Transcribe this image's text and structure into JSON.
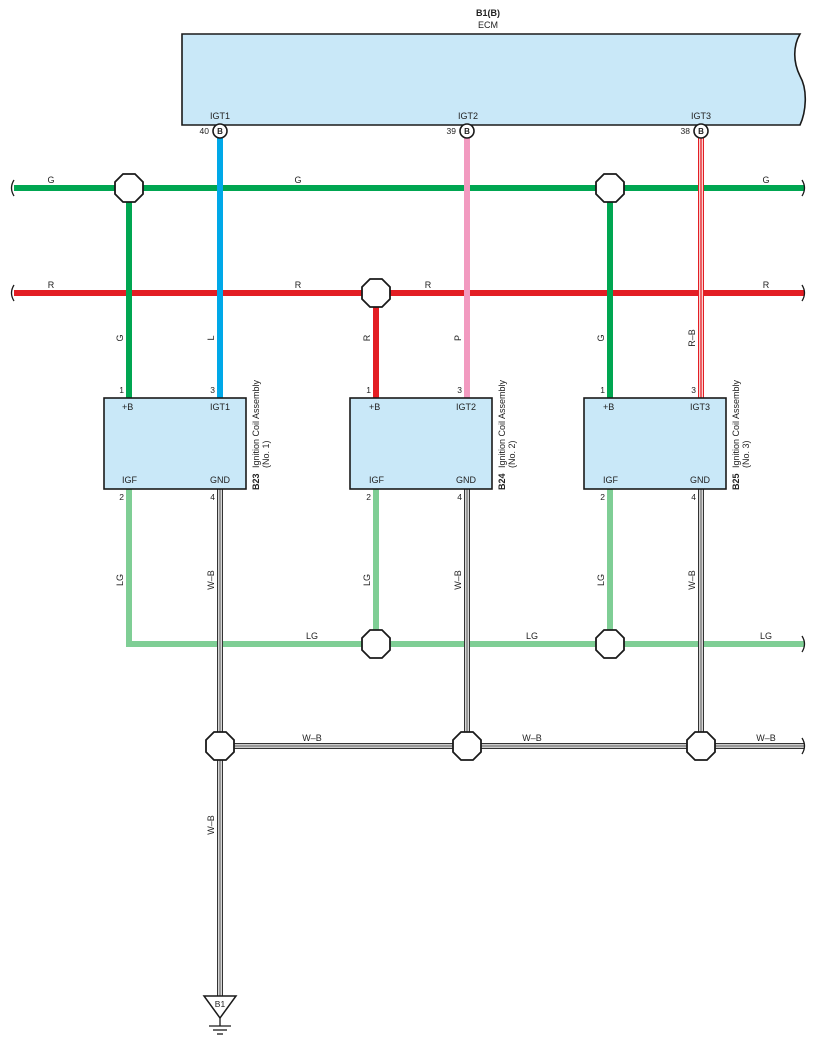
{
  "colors": {
    "G": "#00a651",
    "R": "#e31e24",
    "L": "#00a8e8",
    "P": "#f29ac0",
    "LG": "#7fce95",
    "RB_red": "#e31e24",
    "WB_black": "#333333",
    "component_fill": "#c9e8f8",
    "outline": "#1a1a1a"
  },
  "ecm": {
    "code": "B1(B)",
    "name": "ECM",
    "connector_badge": "B",
    "pins": [
      {
        "name": "IGT1",
        "number": "40"
      },
      {
        "name": "IGT2",
        "number": "39"
      },
      {
        "name": "IGT3",
        "number": "38"
      }
    ]
  },
  "coils": [
    {
      "code": "B23",
      "desc1": "Ignition Coil Assembly",
      "desc2": "(No. 1)",
      "tl": "+B",
      "tr": "IGT1",
      "bl": "IGF",
      "br": "GND",
      "p1": "1",
      "p3": "3",
      "p2": "2",
      "p4": "4",
      "in_wire": "G",
      "sig_wire": "L",
      "igf_wire": "LG",
      "gnd_wire": "W–B"
    },
    {
      "code": "B24",
      "desc1": "Ignition Coil Assembly",
      "desc2": "(No. 2)",
      "tl": "+B",
      "tr": "IGT2",
      "bl": "IGF",
      "br": "GND",
      "p1": "1",
      "p3": "3",
      "p2": "2",
      "p4": "4",
      "in_wire": "R",
      "sig_wire": "P",
      "igf_wire": "LG",
      "gnd_wire": "W–B"
    },
    {
      "code": "B25",
      "desc1": "Ignition Coil Assembly",
      "desc2": "(No. 3)",
      "tl": "+B",
      "tr": "IGT3",
      "bl": "IGF",
      "br": "GND",
      "p1": "1",
      "p3": "3",
      "p2": "2",
      "p4": "4",
      "in_wire": "G",
      "sig_wire": "R–B",
      "igf_wire": "LG",
      "gnd_wire": "W–B"
    }
  ],
  "buses": {
    "g": [
      "G",
      "G",
      "G"
    ],
    "r": [
      "R",
      "R",
      "R",
      "R"
    ],
    "lg": [
      "LG",
      "LG",
      "LG"
    ],
    "wb": [
      "W–B",
      "W–B",
      "W–B"
    ],
    "wb_down": "W–B"
  },
  "ground": {
    "code": "B1"
  }
}
